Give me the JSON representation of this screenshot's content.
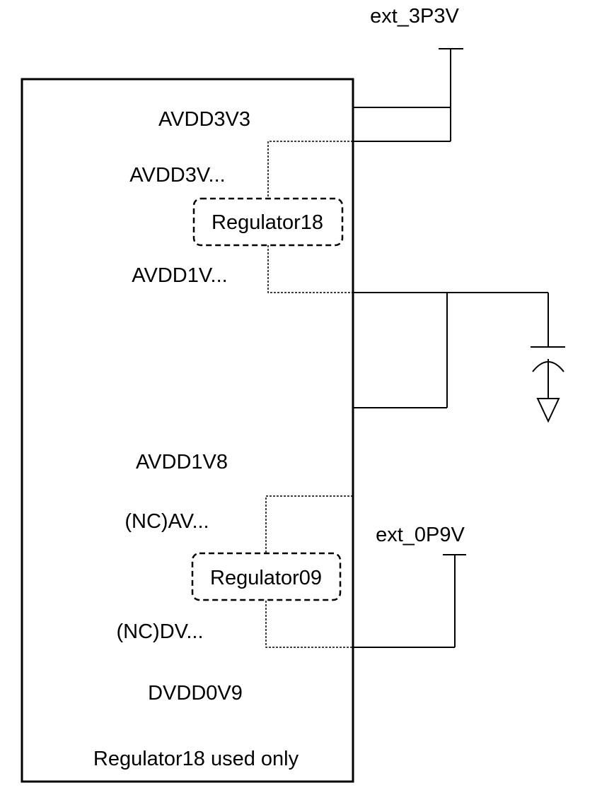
{
  "rails": {
    "ext_3p3v": "ext_3P3V",
    "ext_0p9v": "ext_0P9V"
  },
  "chip": {
    "pins": {
      "avdd3v3": "AVDD3V3",
      "avdd3v_trunc": "AVDD3V...",
      "avdd1v_trunc": "AVDD1V...",
      "avdd1v8": "AVDD1V8",
      "nc_av_trunc": "(NC)AV...",
      "nc_dv_trunc": "(NC)DV...",
      "dvdd0v9": "DVDD0V9"
    },
    "regulators": {
      "reg18": "Regulator18",
      "reg09": "Regulator09"
    },
    "note": "Regulator18 used only"
  }
}
